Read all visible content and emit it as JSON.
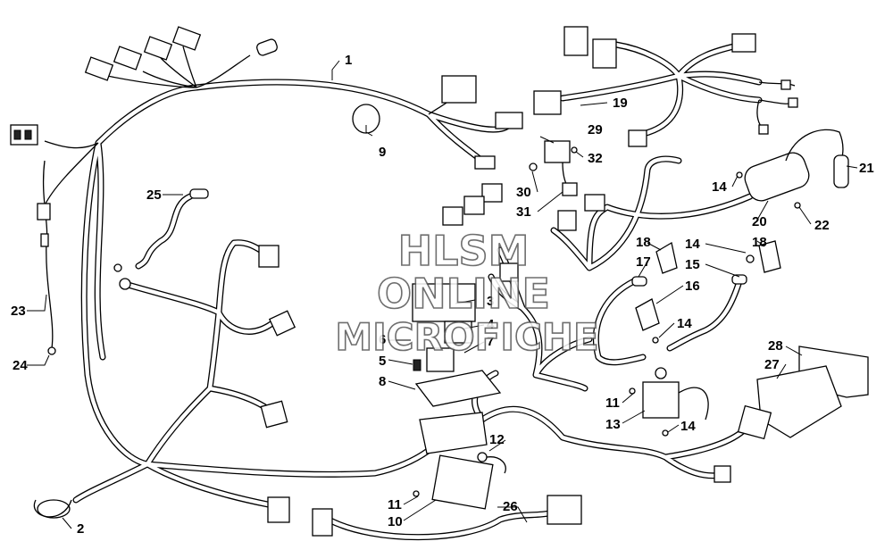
{
  "callouts": [
    "1",
    "2",
    "3",
    "4",
    "5",
    "6",
    "7",
    "8",
    "9",
    "10",
    "11",
    "11",
    "12",
    "13",
    "14",
    "14",
    "14",
    "14",
    "15",
    "16",
    "17",
    "18",
    "18",
    "19",
    "20",
    "21",
    "22",
    "23",
    "24",
    "25",
    "26",
    "27",
    "28",
    "29",
    "30",
    "31",
    "32"
  ],
  "watermark": {
    "line1": "HLSM",
    "line2": "ONLINE",
    "line3": "MICROFICHE"
  }
}
